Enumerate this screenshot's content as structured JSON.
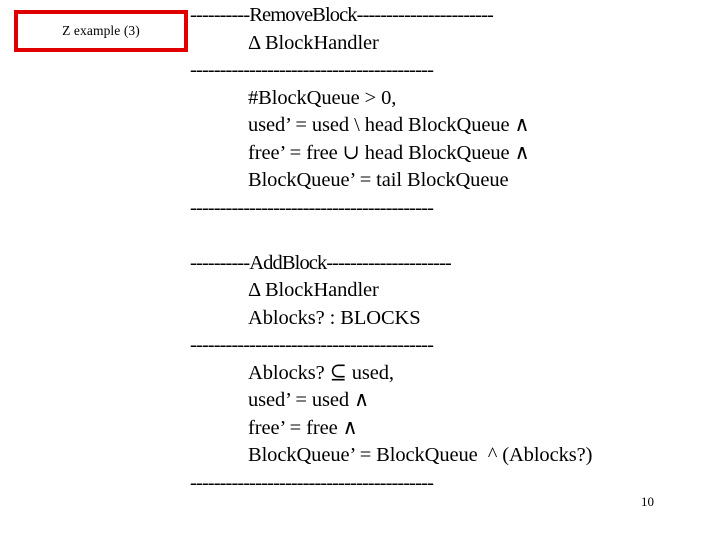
{
  "slide": {
    "title_box": {
      "label": "Z example (3)",
      "border_color": "#e00000",
      "background_color": "#ffffff"
    },
    "page_number": "10",
    "schemas": [
      {
        "name": "RemoveBlock",
        "header_line": "----------RemoveBlock-----------------------",
        "declaration_lines": [
          "Δ BlockHandler"
        ],
        "middle_rule": "-----------------------------------------",
        "predicate_lines": [
          "#BlockQueue > 0,",
          "used’ = used \\ head BlockQueue ∧",
          "free’ = free ∪ head BlockQueue ∧",
          "BlockQueue’ = tail BlockQueue"
        ],
        "bottom_rule": "-----------------------------------------"
      },
      {
        "name": "AddBlock",
        "header_line": "----------AddBlock---------------------",
        "declaration_lines": [
          "Δ BlockHandler",
          "Ablocks? : BLOCKS"
        ],
        "middle_rule": "-----------------------------------------",
        "predicate_lines": [
          "Ablocks? ⊆ used,",
          "used’ = used ∧",
          "free’ = free ∧",
          "BlockQueue’ = BlockQueue  ^ (Ablocks?)"
        ],
        "bottom_rule": "-----------------------------------------"
      }
    ]
  }
}
